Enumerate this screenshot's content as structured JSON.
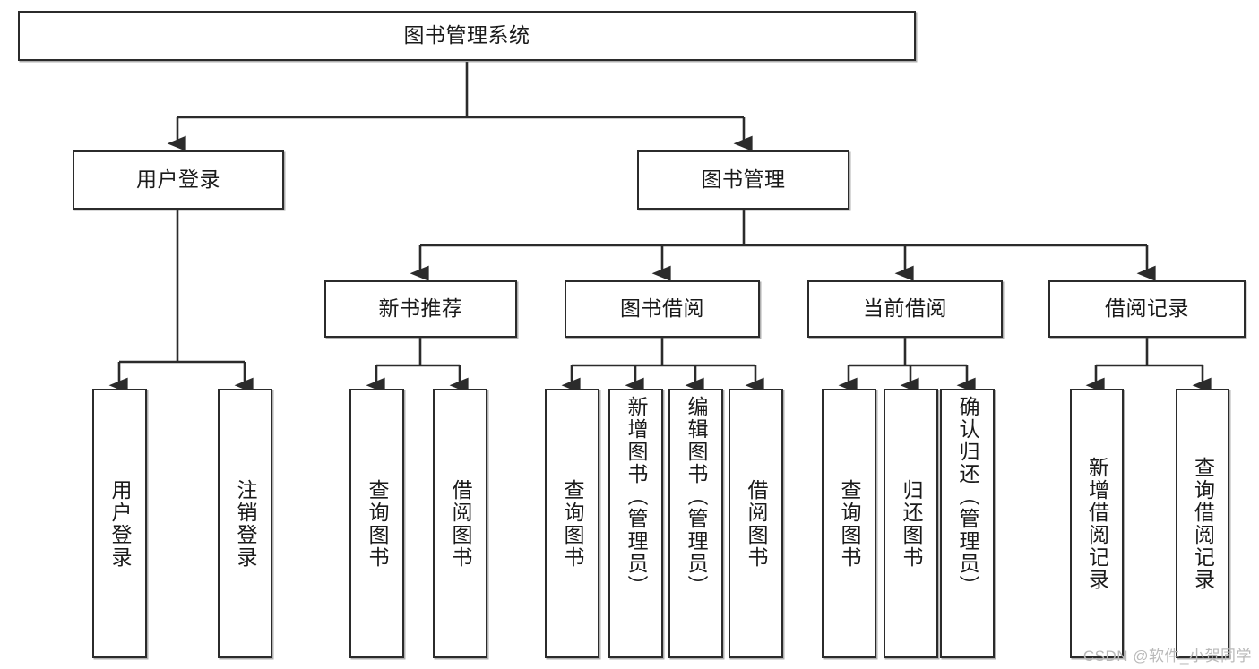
{
  "diagram": {
    "type": "tree-hierarchy",
    "title": "图书管理系统",
    "orientation": "top-down",
    "colors": {
      "box_border": "#2b2b2b",
      "box_fill": "#ffffff",
      "edge": "#2b2b2b",
      "text": "#1a1a1a",
      "watermark": "#b9b9b9"
    },
    "levels": [
      {
        "level": 1,
        "nodes": [
          {
            "id": "root",
            "label": "图书管理系统",
            "orientation": "horizontal"
          }
        ]
      },
      {
        "level": 2,
        "nodes": [
          {
            "id": "login",
            "label": "用户登录",
            "orientation": "horizontal",
            "parent": "root"
          },
          {
            "id": "bookmgmt",
            "label": "图书管理",
            "orientation": "horizontal",
            "parent": "root"
          }
        ]
      },
      {
        "level": 3,
        "nodes": [
          {
            "id": "newbook",
            "label": "新书推荐",
            "orientation": "horizontal",
            "parent": "bookmgmt"
          },
          {
            "id": "borrow",
            "label": "图书借阅",
            "orientation": "horizontal",
            "parent": "bookmgmt"
          },
          {
            "id": "current",
            "label": "当前借阅",
            "orientation": "horizontal",
            "parent": "bookmgmt"
          },
          {
            "id": "records",
            "label": "借阅记录",
            "orientation": "horizontal",
            "parent": "bookmgmt"
          }
        ]
      },
      {
        "level": 4,
        "nodes": [
          {
            "id": "leaf-user-login",
            "label": "用户登录",
            "orientation": "vertical",
            "parent": "login"
          },
          {
            "id": "leaf-logout",
            "label": "注销登录",
            "orientation": "vertical",
            "parent": "login"
          },
          {
            "id": "leaf-query-book-1",
            "label": "查询图书",
            "orientation": "vertical",
            "parent": "newbook"
          },
          {
            "id": "leaf-borrow-book-1",
            "label": "借阅图书",
            "orientation": "vertical",
            "parent": "newbook"
          },
          {
            "id": "leaf-query-book-2",
            "label": "查询图书",
            "orientation": "vertical",
            "parent": "borrow"
          },
          {
            "id": "leaf-add-book",
            "label": "新增图书（管理员）",
            "orientation": "vertical",
            "parent": "borrow"
          },
          {
            "id": "leaf-edit-book",
            "label": "编辑图书（管理员）",
            "orientation": "vertical",
            "parent": "borrow"
          },
          {
            "id": "leaf-borrow-book-2",
            "label": "借阅图书",
            "orientation": "vertical",
            "parent": "borrow"
          },
          {
            "id": "leaf-query-book-3",
            "label": "查询图书",
            "orientation": "vertical",
            "parent": "current"
          },
          {
            "id": "leaf-return-book",
            "label": "归还图书",
            "orientation": "vertical",
            "parent": "current"
          },
          {
            "id": "leaf-confirm-return",
            "label": "确认归还（管理员）",
            "orientation": "vertical",
            "parent": "current"
          },
          {
            "id": "leaf-add-record",
            "label": "新增借阅记录",
            "orientation": "vertical",
            "parent": "records"
          },
          {
            "id": "leaf-query-record",
            "label": "查询借阅记录",
            "orientation": "vertical",
            "parent": "records"
          }
        ]
      }
    ]
  },
  "watermark": {
    "text": "CSDN @软件_小贺同学"
  }
}
